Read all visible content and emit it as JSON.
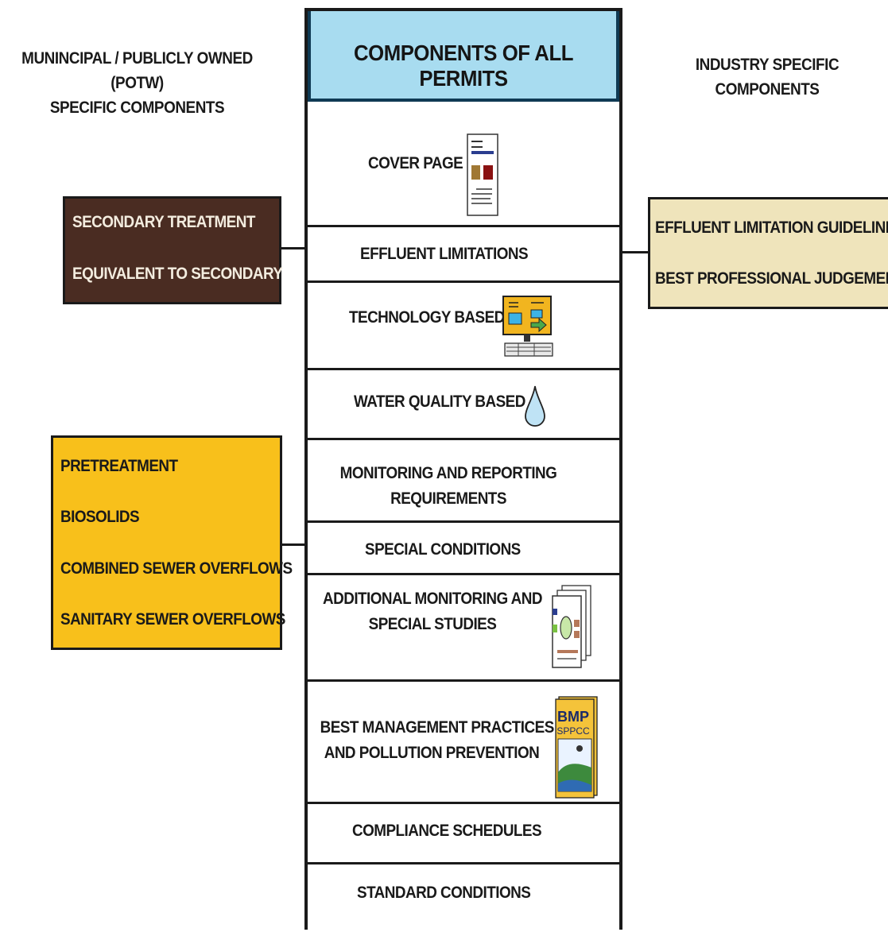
{
  "left_header": [
    "MUNINCIPAL / PUBLICLY OWNED (POTW)",
    "SPECIFIC COMPONENTS"
  ],
  "right_header": [
    "INDUSTRY SPECIFIC",
    "COMPONENTS"
  ],
  "center_title": "COMPONENTS OF ALL PERMITS",
  "center_rows": {
    "cover_page": "COVER PAGE",
    "effluent_limitations": "EFFLUENT LIMITATIONS",
    "technology_based": "TECHNOLOGY BASED",
    "water_quality_based": "WATER QUALITY BASED",
    "monitoring_reporting": [
      "MONITORING AND REPORTING",
      "REQUIREMENTS"
    ],
    "special_conditions": "SPECIAL CONDITIONS",
    "additional_monitoring": [
      "ADDITIONAL MONITORING AND",
      "SPECIAL STUDIES"
    ],
    "bmp": [
      "BEST MANAGEMENT PRACTICES",
      "AND POLLUTION PREVENTION"
    ],
    "compliance_schedules": "COMPLIANCE SCHEDULES",
    "standard_conditions": "STANDARD CONDITIONS"
  },
  "bmp_icon_text": [
    "BMP",
    "SPPCC"
  ],
  "municipal_box_1": [
    "SECONDARY TREATMENT",
    "EQUIVALENT TO SECONDARY"
  ],
  "industry_box": [
    "EFFLUENT LIMITATION GUIDELINES",
    "BEST PROFESSIONAL JUDGEMENT"
  ],
  "municipal_box_2": [
    "PRETREATMENT",
    "BIOSOLIDS",
    "COMBINED SEWER OVERFLOWS",
    "SANITARY SEWER OVERFLOWS"
  ],
  "colors": {
    "title_fill": "#a8dcf0",
    "municipal_box_1_fill": "#4a2c22",
    "industry_box_fill": "#efe4bb",
    "municipal_box_2_fill": "#f8c01b"
  }
}
